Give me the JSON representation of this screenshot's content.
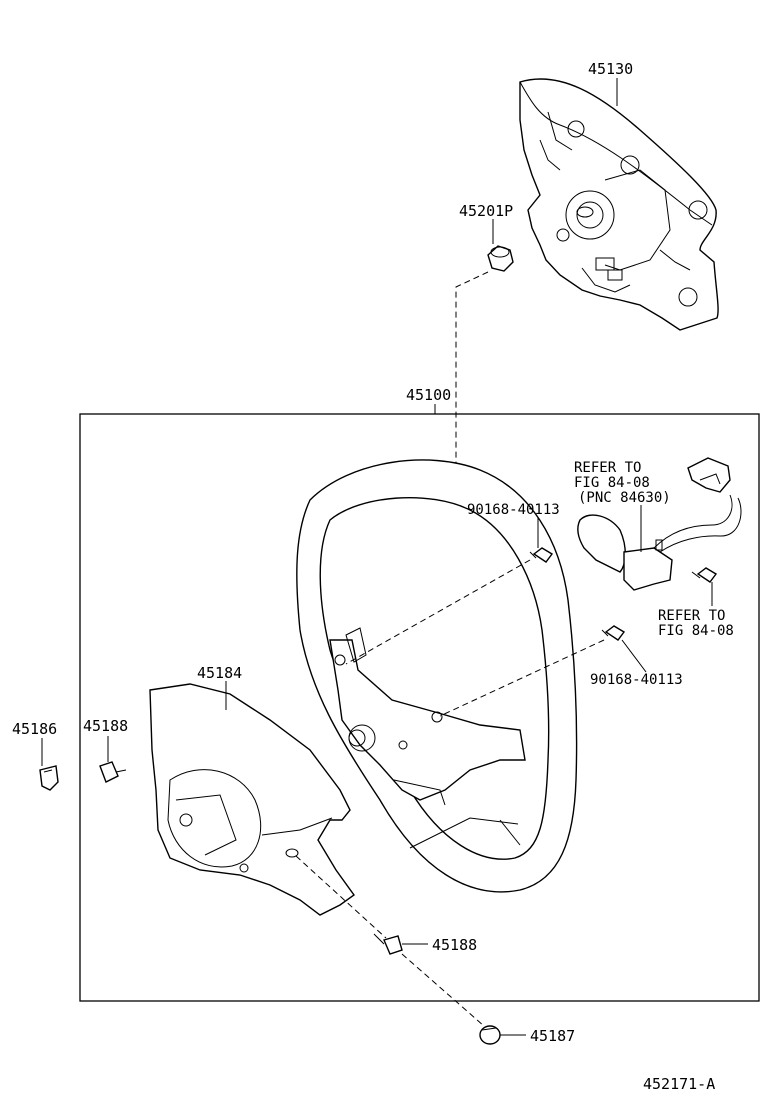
{
  "labels": {
    "p45130": "45130",
    "p45201p": "45201P",
    "p45100": "45100",
    "p90168a": "90168-40113",
    "p90168b": "90168-40113",
    "refer1_line1": "REFER TO",
    "refer1_line2": "FIG 84-08",
    "refer1_line3": "(PNC 84630)",
    "refer2_line1": "REFER TO",
    "refer2_line2": "FIG 84-08",
    "p45184": "45184",
    "p45186": "45186",
    "p45188a": "45188",
    "p45188b": "45188",
    "p45187": "45187",
    "figure_id": "452171-A"
  }
}
